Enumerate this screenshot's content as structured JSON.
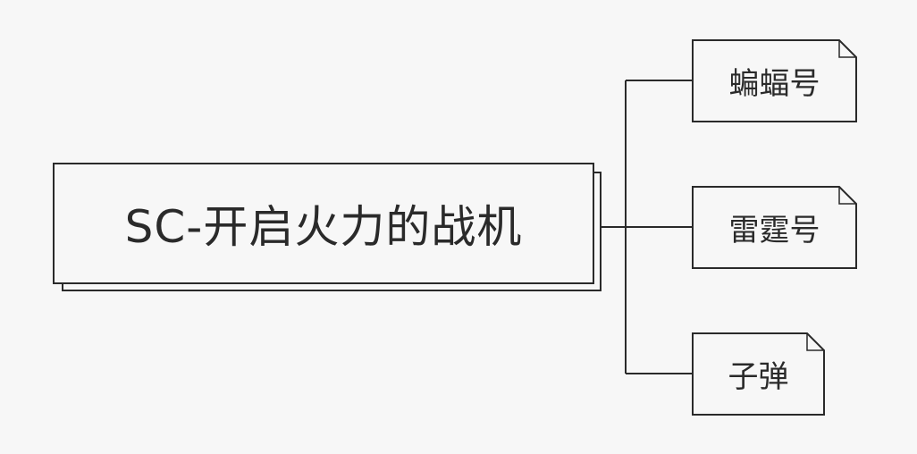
{
  "mindmap": {
    "root": {
      "label": "SC-开启火力的战机"
    },
    "children": [
      {
        "label": "蝙蝠号"
      },
      {
        "label": "雷霆号"
      },
      {
        "label": "子弹"
      }
    ]
  },
  "colors": {
    "background": "#f7f7f7",
    "stroke": "#2a2a2a"
  }
}
